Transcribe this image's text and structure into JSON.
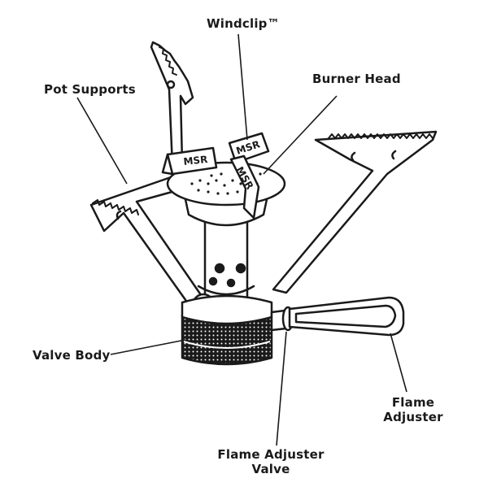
{
  "labels": {
    "windclip": "Windclip™",
    "burner_head": "Burner Head",
    "pot_supports": "Pot Supports",
    "valve_body": "Valve Body",
    "flame_adjuster_l1": "Flame",
    "flame_adjuster_l2": "Adjuster",
    "flame_adjuster_valve_l1": "Flame Adjuster",
    "flame_adjuster_valve_l2": "Valve"
  },
  "brand_marks": [
    "MSR",
    "MSR",
    "MSR"
  ],
  "colors": {
    "ink": "#1a1a1a",
    "background": "#ffffff"
  }
}
